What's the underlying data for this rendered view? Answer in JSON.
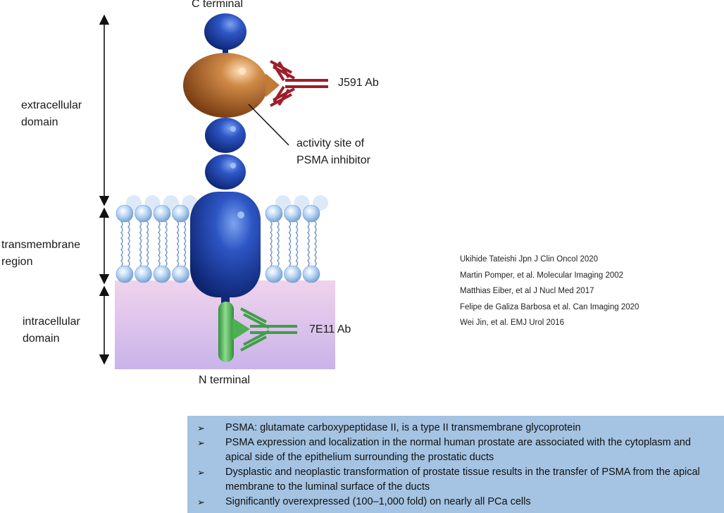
{
  "labels": {
    "c_terminal": "C terminal",
    "n_terminal": "N terminal",
    "extracellular": "extracellular domain",
    "transmembrane": "transmembrane region",
    "intracellular": "intracellular domain",
    "j591": "J591 Ab",
    "e7e11": "7E11 Ab",
    "activity_site": "activity site of PSMA inhibitor"
  },
  "references": [
    "Ukihide Tateishi Jpn J Clin Oncol 2020",
    "Martin Pomper, et al. Molecular Imaging 2002",
    "Matthias Eiber, et al J Nucl Med 2017",
    "Felipe de Galiza Barbosa et al. Can Imaging 2020",
    "Wei Jin, et al. EMJ Urol 2016"
  ],
  "summary": {
    "bullet_glyph": "➢",
    "items": [
      "PSMA: glutamate carboxypeptidase II, is a type II transmembrane glycoprotein",
      "PSMA expression and localization in the normal human prostate are associated with the cytoplasm and apical side of the epithelium surrounding the prostatic ducts",
      "Dysplastic and neoplastic transformation of prostate tissue results in the transfer of PSMA from the apical membrane to the luminal surface of the ducts",
      "Significantly overexpressed (100–1,000 fold) on nearly all PCa cells"
    ]
  },
  "colors": {
    "domain_blue": "#1e3f9c",
    "catalytic_orange": "#c47a3a",
    "j591_red": "#9c1f2a",
    "e7e11_green": "#4caf50",
    "cytoplasm_pink": "#e6c6e6",
    "lipid_head": "#b4d2f0",
    "summary_bg": "#a5c3e2"
  }
}
